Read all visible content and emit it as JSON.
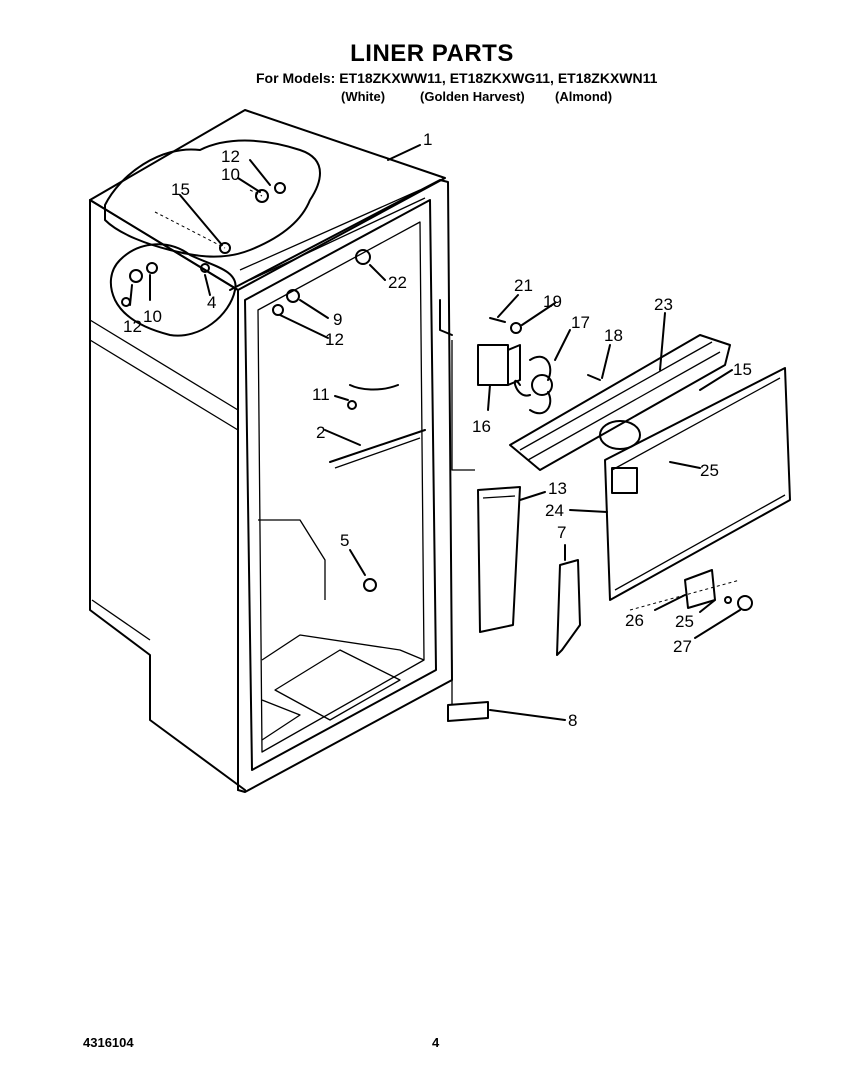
{
  "header": {
    "title": "LINER PARTS",
    "models_line": "For Models: ET18ZKXWW11, ET18ZKXWG11, ET18ZKXWN11",
    "color_white": "(White)",
    "color_golden": "(Golden Harvest)",
    "color_almond": "(Almond)"
  },
  "callouts": {
    "c1": "1",
    "c2": "2",
    "c4": "4",
    "c5": "5",
    "c7": "7",
    "c8": "8",
    "c9": "9",
    "c10a": "10",
    "c10b": "10",
    "c11": "11",
    "c12a": "12",
    "c12b": "12",
    "c12c": "12",
    "c13": "13",
    "c15a": "15",
    "c15b": "15",
    "c16": "16",
    "c17": "17",
    "c18": "18",
    "c19": "19",
    "c21": "21",
    "c22": "22",
    "c23": "23",
    "c24": "24",
    "c25a": "25",
    "c25b": "25",
    "c26": "26",
    "c27": "27"
  },
  "footer": {
    "part_number": "4316104",
    "page_number": "4"
  }
}
